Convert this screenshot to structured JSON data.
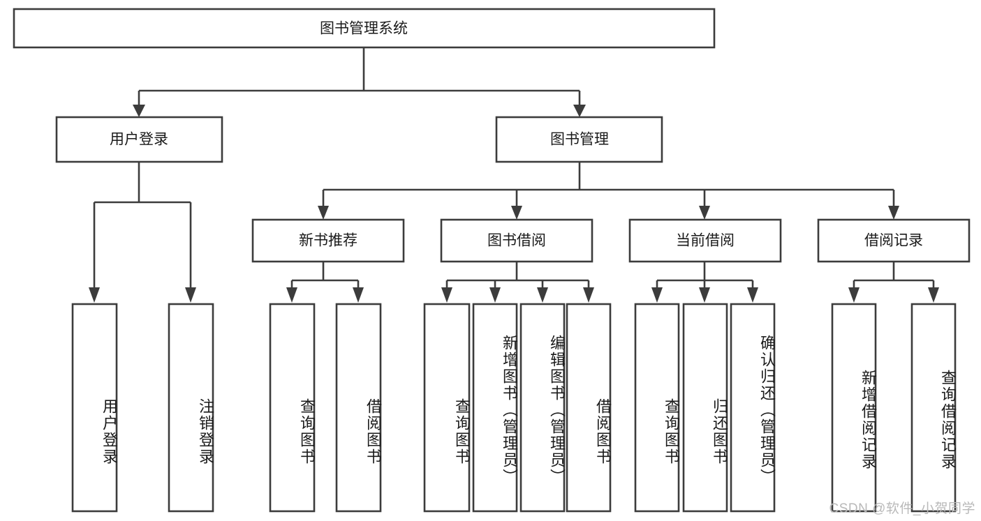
{
  "diagram": {
    "title_node": {
      "label": "图书管理系统"
    },
    "level1": [
      {
        "label": "用户登录"
      },
      {
        "label": "图书管理"
      }
    ],
    "level2": [
      {
        "label": "新书推荐"
      },
      {
        "label": "图书借阅"
      },
      {
        "label": "当前借阅"
      },
      {
        "label": "借阅记录"
      }
    ],
    "leaves": {
      "user_login": [
        {
          "label": "用户登录"
        },
        {
          "label": "注销登录"
        }
      ],
      "new_book_recommend": [
        {
          "label": "查询图书"
        },
        {
          "label": "借阅图书"
        }
      ],
      "book_borrow": [
        {
          "label": "查询图书"
        },
        {
          "label": "新增图书（管理员）"
        },
        {
          "label": "编辑图书（管理员）"
        },
        {
          "label": "借阅图书"
        }
      ],
      "current_borrow": [
        {
          "label": "查询图书"
        },
        {
          "label": "归还图书"
        },
        {
          "label": "确认归还（管理员）"
        }
      ],
      "borrow_records": [
        {
          "label": "新增借阅记录"
        },
        {
          "label": "查询借阅记录"
        }
      ]
    }
  },
  "watermark": {
    "text": "CSDN @软件_小贺同学"
  },
  "colors": {
    "stroke": "#3c3c3c",
    "text": "#1a1a1a",
    "background": "#ffffff",
    "watermark": "#b9b9b9"
  }
}
